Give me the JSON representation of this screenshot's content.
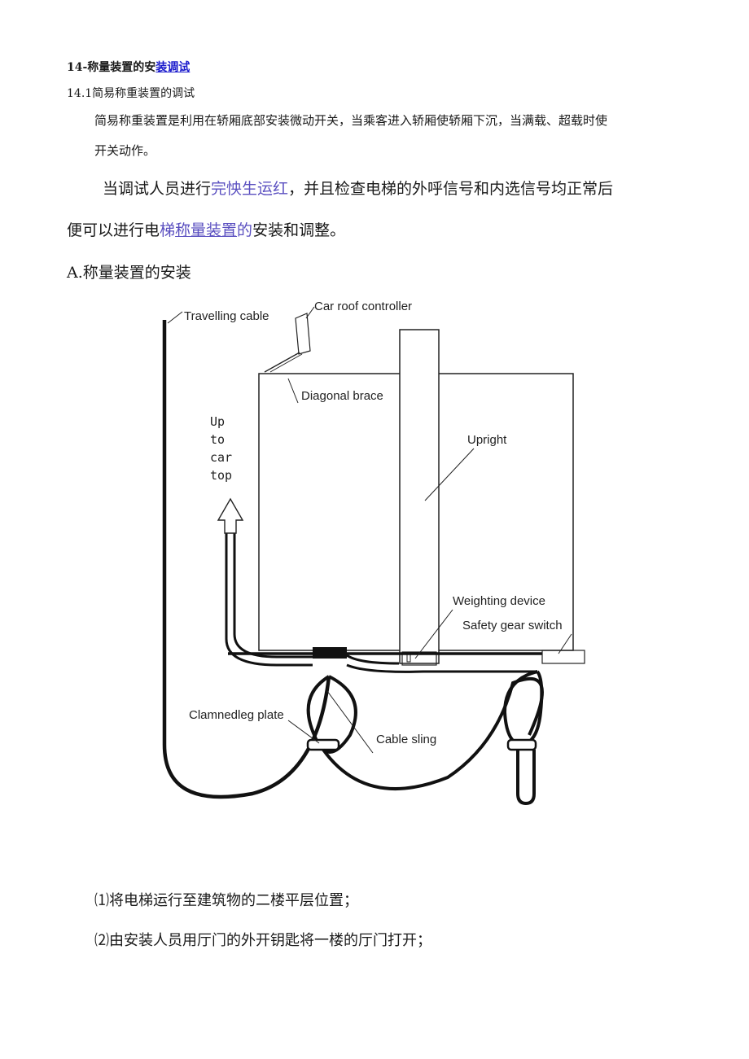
{
  "heading": {
    "prefix": "14-称量装置的安",
    "link": "装调试"
  },
  "subheading": "14.1简易称重装置的调试",
  "paragraph1": {
    "line1": "简易称重装置是利用在轿厢底部安装微动开关，当乘客进入轿厢使轿厢下沉，当满载、超载时使",
    "line2": "开关动作。"
  },
  "paragraph2": {
    "before": "当调试人员进行",
    "highlight": "完怏生运红",
    "after": "，并且检查电梯的外呼信号和内选信号均正常后"
  },
  "paragraph3": {
    "before": "便可以进行电",
    "highlight1": "梯",
    "underlined": "称量装置",
    "highlight2": "的",
    "after": "安装和调整。"
  },
  "section_a": "A.称量装置的安装",
  "diagram": {
    "travelling_cable": "Travelling cable",
    "car_roof_controller": "Car roof controller",
    "diagonal_brace": "Diagonal brace",
    "upright": "Upright",
    "up_to_car_top": [
      "Up",
      "to",
      "car",
      "top"
    ],
    "weighting_device": "Weighting device",
    "safety_gear_switch": "Safety gear switch",
    "clamnedleg_plate": "Clamnedleg plate",
    "cable_sling": "Cable sling"
  },
  "steps": [
    "⑴将电梯运行至建筑物的二楼平层位置；",
    "⑵由安装人员用厅门的外开钥匙将一楼的厅门打开；"
  ]
}
